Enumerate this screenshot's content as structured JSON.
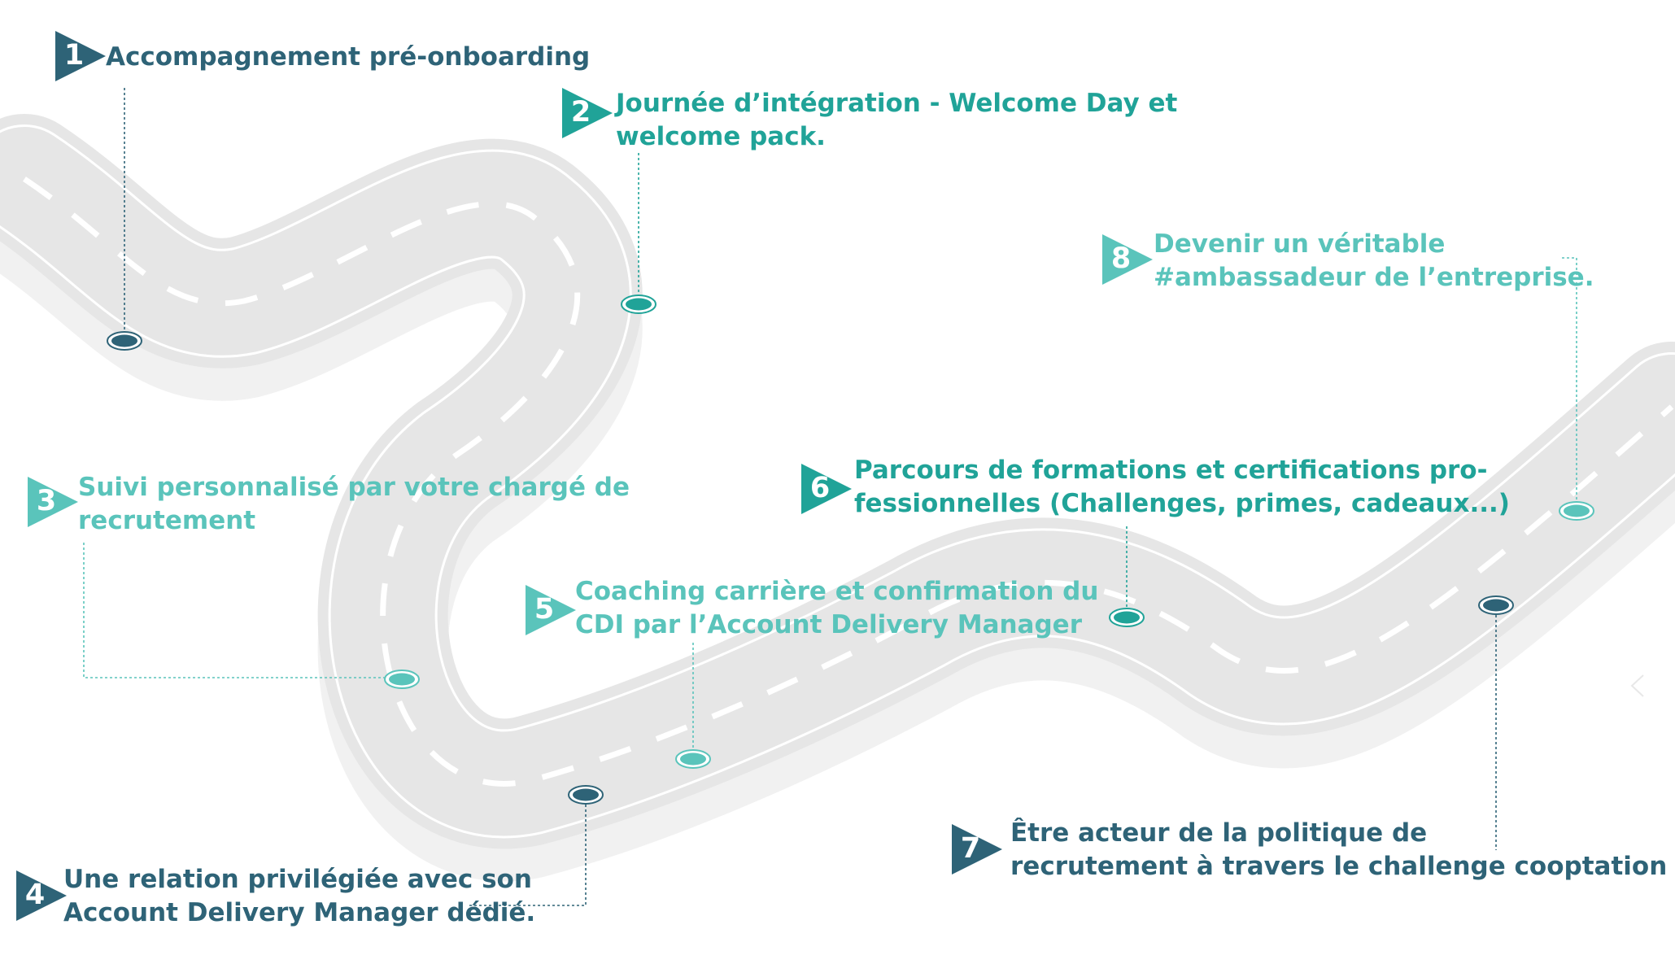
{
  "colors": {
    "dark": "#2e6377",
    "teal": "#20a398",
    "light": "#5ac4bb",
    "road": "#e6e6e6",
    "road_shadow": "#f1f1f1",
    "road_edge": "#ffffff"
  },
  "steps": [
    {
      "number": "1",
      "lines": [
        "Accompagnement pré-onboarding"
      ],
      "color": "dark"
    },
    {
      "number": "2",
      "lines": [
        "Journée d’intégration - Welcome Day et",
        "welcome pack."
      ],
      "color": "teal"
    },
    {
      "number": "3",
      "lines": [
        "Suivi personnalisé par votre chargé de",
        "recrutement"
      ],
      "color": "light"
    },
    {
      "number": "4",
      "lines": [
        "Une relation privilégiée avec son",
        "Account Delivery Manager dédié."
      ],
      "color": "dark"
    },
    {
      "number": "5",
      "lines": [
        "Coaching carrière et confirmation du",
        "CDI par l’Account Delivery Manager"
      ],
      "color": "light"
    },
    {
      "number": "6",
      "lines": [
        "Parcours de formations et certifications pro-",
        "fessionnelles (Challenges, primes, cadeaux...)"
      ],
      "color": "teal"
    },
    {
      "number": "7",
      "lines": [
        "Être acteur de la politique de",
        "recrutement à travers le challenge cooptation"
      ],
      "color": "dark"
    },
    {
      "number": "8",
      "lines": [
        "Devenir un véritable",
        "#ambassadeur de l’entreprise."
      ],
      "color": "light"
    }
  ]
}
